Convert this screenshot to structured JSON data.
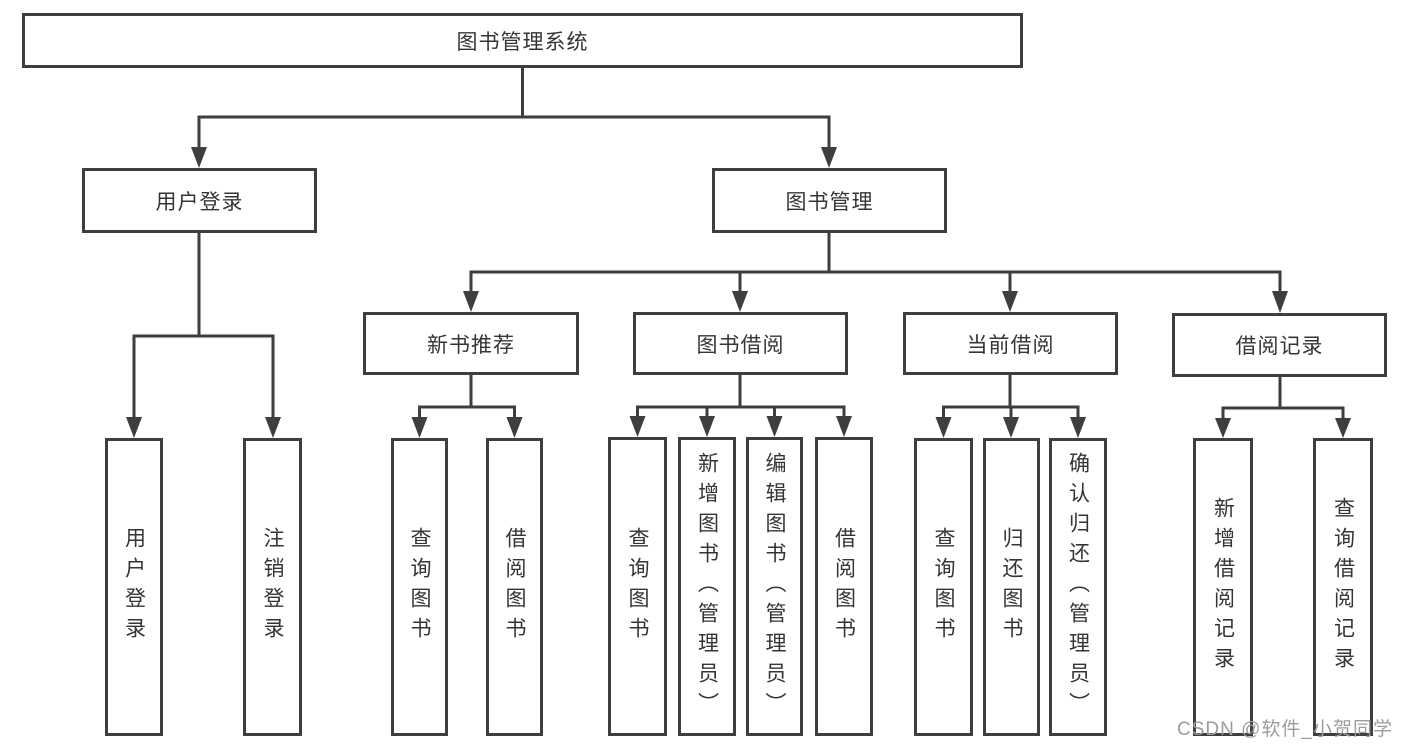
{
  "colors": {
    "line": "#3e3e3e",
    "box_border": "#3e3e3e",
    "text": "#353535",
    "background": "#ffffff",
    "watermark_text": "#9c9c9c"
  },
  "diagram": {
    "title_node": {
      "label": "图书管理系统"
    },
    "level2": [
      {
        "label": "用户登录"
      },
      {
        "label": "图书管理"
      }
    ],
    "level3": [
      {
        "label": "新书推荐",
        "parent": "图书管理"
      },
      {
        "label": "图书借阅",
        "parent": "图书管理"
      },
      {
        "label": "当前借阅",
        "parent": "图书管理"
      },
      {
        "label": "借阅记录",
        "parent": "图书管理"
      }
    ],
    "leaves": [
      {
        "label": "用户登录",
        "parent": "用户登录"
      },
      {
        "label": "注销登录",
        "parent": "用户登录"
      },
      {
        "label": "查询图书",
        "parent": "新书推荐"
      },
      {
        "label": "借阅图书",
        "parent": "新书推荐"
      },
      {
        "label": "查询图书",
        "parent": "图书借阅"
      },
      {
        "label": "新增图书（管理员）",
        "parent": "图书借阅"
      },
      {
        "label": "编辑图书（管理员）",
        "parent": "图书借阅"
      },
      {
        "label": "借阅图书",
        "parent": "图书借阅"
      },
      {
        "label": "查询图书",
        "parent": "当前借阅"
      },
      {
        "label": "归还图书",
        "parent": "当前借阅"
      },
      {
        "label": "确认归还（管理员）",
        "parent": "当前借阅"
      },
      {
        "label": "新增借阅记录",
        "parent": "借阅记录"
      },
      {
        "label": "查询借阅记录",
        "parent": "借阅记录"
      }
    ]
  },
  "watermark": {
    "text": "CSDN @软件_小贺同学"
  }
}
